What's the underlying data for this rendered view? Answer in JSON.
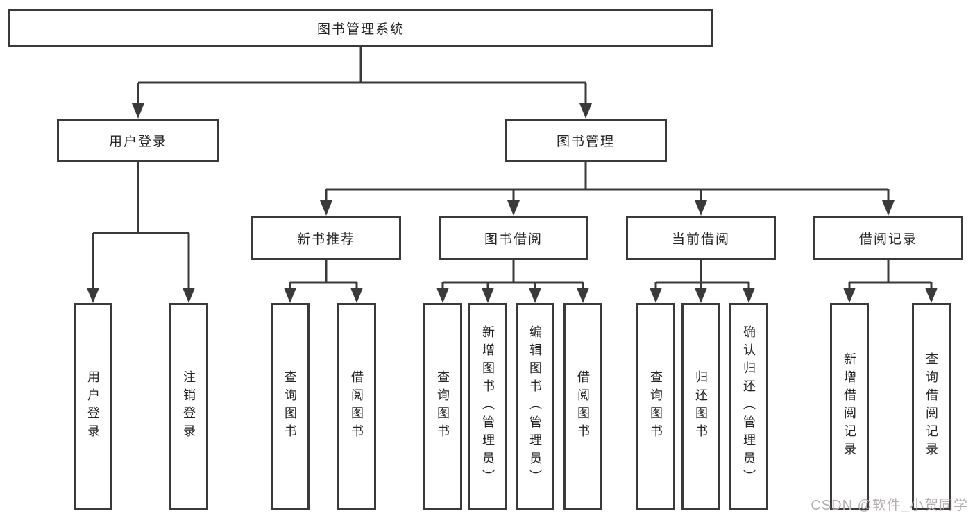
{
  "colors": {
    "line": "#3a3a3a",
    "text": "#262626",
    "watermark": "#b5aeae",
    "background": "#ffffff"
  },
  "tree": {
    "root": {
      "label": "图书管理系统"
    },
    "branches": [
      {
        "label": "用户登录",
        "leaves": [
          {
            "label": "用户登录"
          },
          {
            "label": "注销登录"
          }
        ]
      },
      {
        "label": "图书管理",
        "groups": [
          {
            "label": "新书推荐",
            "leaves": [
              {
                "label": "查询图书"
              },
              {
                "label": "借阅图书"
              }
            ]
          },
          {
            "label": "图书借阅",
            "leaves": [
              {
                "label": "查询图书"
              },
              {
                "label": "新增图书（管理员）"
              },
              {
                "label": "编辑图书（管理员）"
              },
              {
                "label": "借阅图书"
              }
            ]
          },
          {
            "label": "当前借阅",
            "leaves": [
              {
                "label": "查询图书"
              },
              {
                "label": "归还图书"
              },
              {
                "label": "确认归还（管理员）"
              }
            ]
          },
          {
            "label": "借阅记录",
            "leaves": [
              {
                "label": "新增借阅记录"
              },
              {
                "label": "查询借阅记录"
              }
            ]
          }
        ]
      }
    ]
  },
  "watermark": {
    "text": "CSDN @软件_小贺同学"
  }
}
